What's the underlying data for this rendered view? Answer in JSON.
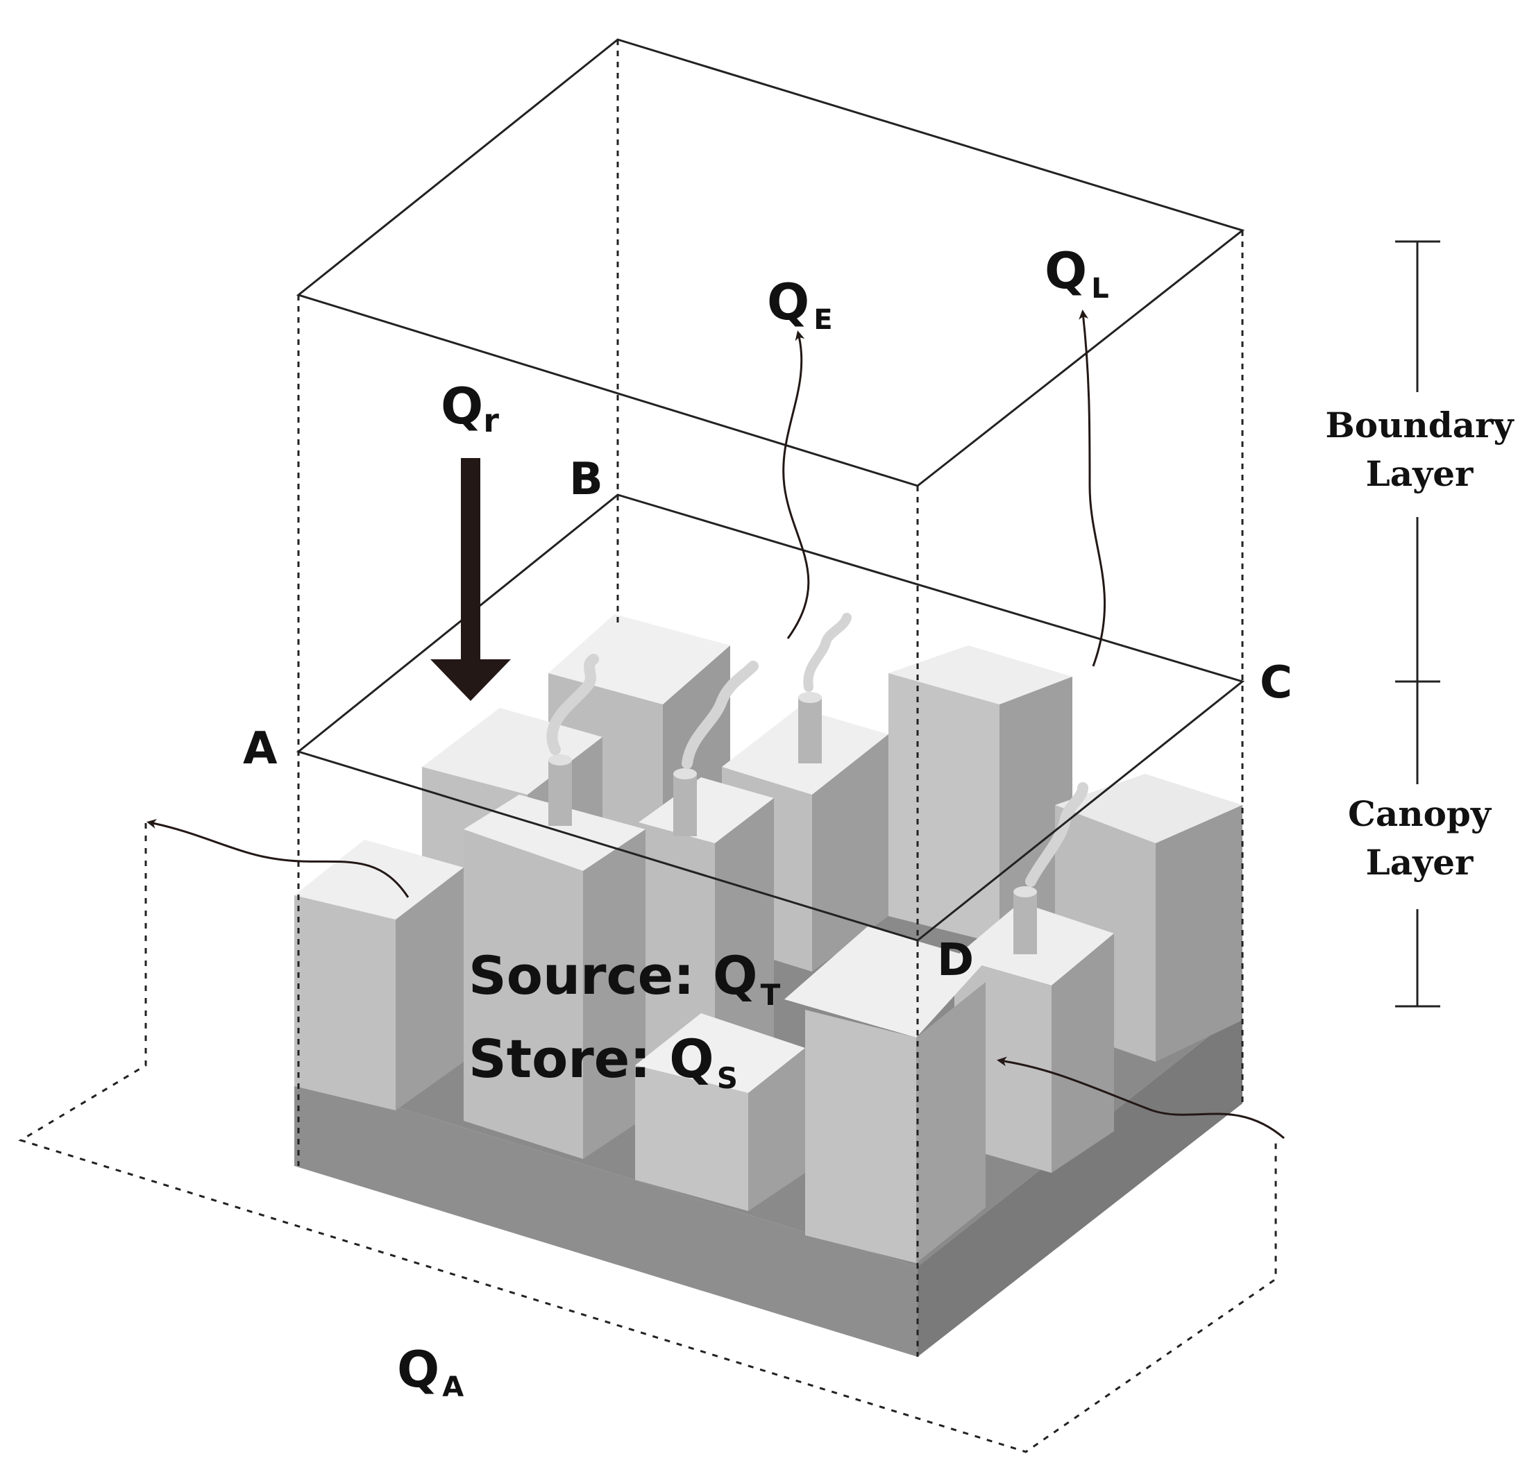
{
  "labels": {
    "qr": {
      "main": "Q",
      "sub": "r"
    },
    "qe": {
      "main": "Q",
      "sub": "E"
    },
    "ql": {
      "main": "Q",
      "sub": "L"
    },
    "qa": {
      "main": "Q",
      "sub": "A"
    },
    "point_a": "A",
    "point_b": "B",
    "point_c": "C",
    "point_d": "D",
    "source": {
      "prefix": "Source: Q",
      "sub": "T"
    },
    "store": {
      "prefix": "Store: Q",
      "sub": "S"
    }
  },
  "scale_bar": {
    "boundary_line1": "Boundary",
    "boundary_line2": "Layer",
    "canopy_line1": "Canopy",
    "canopy_line2": "Layer"
  },
  "colors": {
    "base_front": "#8c8c8c",
    "base_side": "#7b7b7b",
    "block_top": "#efefef",
    "block_front": "#bdbdbd",
    "block_side": "#9a9a9a",
    "line": "#222222",
    "arrow": "#231815"
  }
}
